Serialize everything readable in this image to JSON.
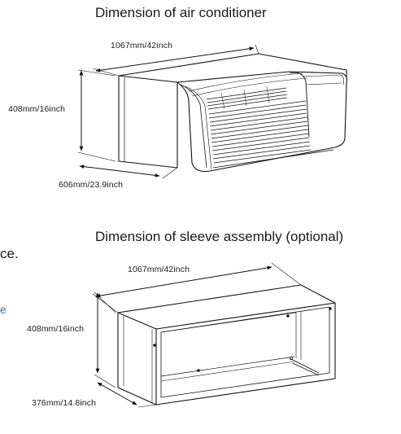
{
  "figure1": {
    "title": "Dimension of air conditioner",
    "width_label": "1067mm/42inch",
    "height_label": "408mm/16inch",
    "depth_label": "606mm/23.9inch"
  },
  "figure2": {
    "title": "Dimension of sleeve assembly (optional)",
    "width_label": "1067mm/42inch",
    "height_label": "408mm/16inch",
    "depth_label": "376mm/14.8inch"
  },
  "cropped_text": {
    "line1": "ce.",
    "line2": "e"
  }
}
